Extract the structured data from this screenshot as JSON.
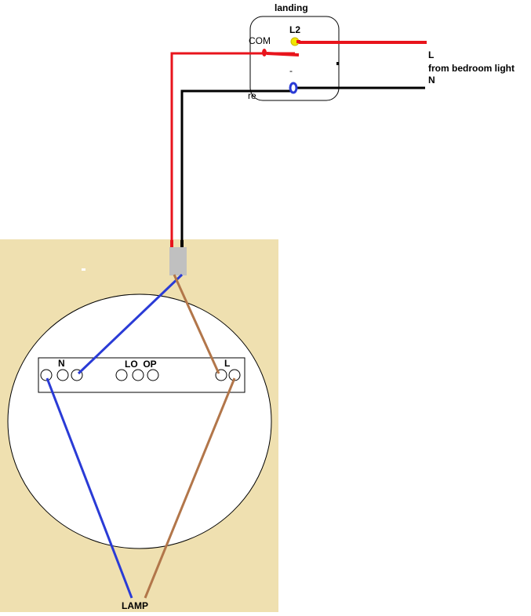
{
  "switch_box": {
    "title": "landing",
    "com_label": "COM",
    "l2_label": "L2",
    "dash_label": "-",
    "re_label": "re"
  },
  "feed": {
    "l_label": "L",
    "from_label": "from bedroom light",
    "n_label": "N"
  },
  "ceiling_rose": {
    "n_label": "N",
    "loop_label": "LO  OP",
    "l_label": "L",
    "lamp_label": "LAMP"
  },
  "colors": {
    "live_red": "#e8141c",
    "neutral_black": "#000000",
    "neutral_blue": "#2a3bd6",
    "live_brown": "#b2764a",
    "l2_terminal_yellow": "#f2e600",
    "ceiling_board": "#efe0b0",
    "cable_grey": "#c0c0c0"
  }
}
